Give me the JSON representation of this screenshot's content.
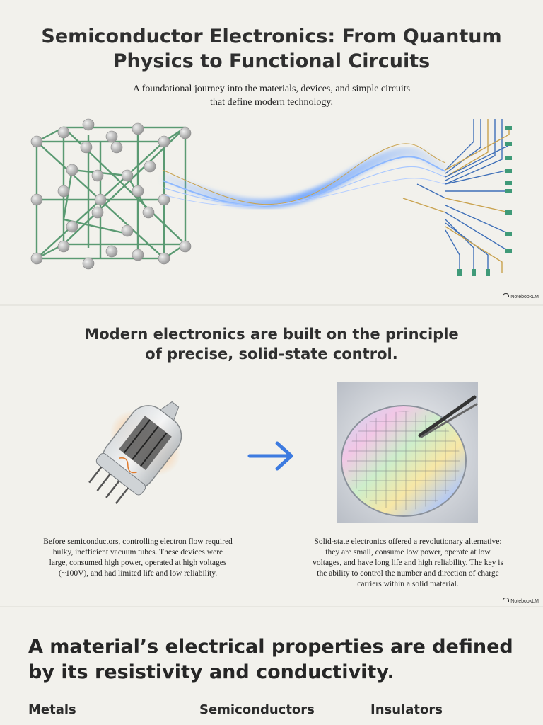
{
  "slide1": {
    "title_line1": "Semiconductor Electronics: From Quantum",
    "title_line2": "Physics to Functional Circuits",
    "subtitle_line1": "A foundational journey into the materials, devices, and simple circuits",
    "subtitle_line2": "that define modern technology.",
    "illustration": "crystal-lattice-to-circuit-traces",
    "brand": "NotebookLM"
  },
  "slide2": {
    "heading_line1": "Modern electronics are built on the principle",
    "heading_line2": "of precise, solid-state control.",
    "left_image": "vacuum-tube",
    "right_image": "silicon-wafer-with-tweezers",
    "arrow_icon": "arrow-right-icon",
    "left_caption": [
      "Before semiconductors, controlling electron flow required",
      "bulky, inefficient vacuum tubes. These devices were",
      "large, consumed high power, operated at high voltages",
      "(~100V), and had limited life and low reliability."
    ],
    "right_caption": [
      "Solid-state electronics offered a revolutionary alternative:",
      "they are small, consume low power, operate at low",
      "voltages, and have long life and high reliability. The key is",
      "the ability to control the number and direction of charge",
      "carriers within a solid material."
    ],
    "brand": "NotebookLM"
  },
  "slide3": {
    "heading_line1": "A material’s electrical properties are defined",
    "heading_line2": "by its resistivity and conductivity.",
    "columns": [
      "Metals",
      "Semiconductors",
      "Insulators"
    ]
  },
  "colors": {
    "lattice": "#5a9a72",
    "atom": "#b9b9b9",
    "glow": "#6ea4ff",
    "arrow": "#3d7be0",
    "trace_blue": "#3e6fb8",
    "trace_gold": "#c9a24e",
    "pad_green": "#3f9a78"
  }
}
